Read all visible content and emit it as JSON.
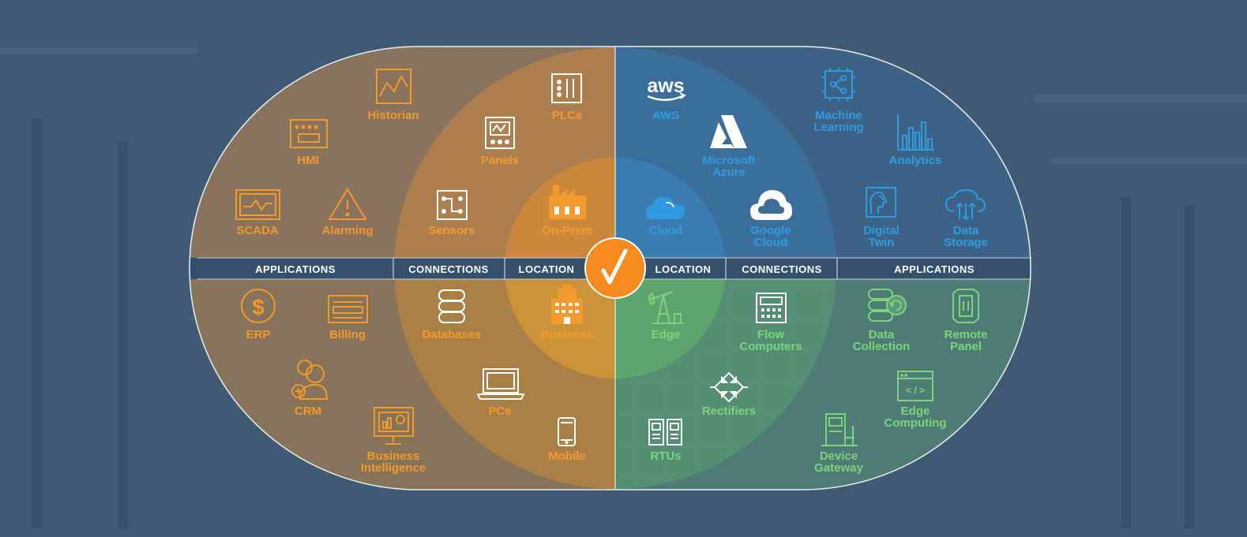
{
  "bands": {
    "left_applications": "APPLICATIONS",
    "left_connections": "CONNECTIONS",
    "left_location": "LOCATION",
    "right_location": "LOCATION",
    "right_connections": "CONNECTIONS",
    "right_applications": "APPLICATIONS"
  },
  "top_left": {
    "historian": "Historian",
    "plcs": "PLCs",
    "hmi": "HMI",
    "panels": "Panels",
    "scada": "SCADA",
    "alarming": "Alarming",
    "sensors": "Sensors",
    "on_prem": "On-Prem"
  },
  "top_right": {
    "aws_logo": "aws",
    "aws": "AWS",
    "machine_learning": [
      "Machine",
      "Learning"
    ],
    "microsoft_azure": [
      "Microsoft",
      "Azure"
    ],
    "analytics": "Analytics",
    "cloud": "Cloud",
    "google_cloud": [
      "Google",
      "Cloud"
    ],
    "digital_twin": [
      "Digital",
      "Twin"
    ],
    "data_storage": [
      "Data",
      "Storage"
    ]
  },
  "bottom_left": {
    "erp": "ERP",
    "billing": "Billing",
    "databases": "Databases",
    "business": "Business",
    "crm": "CRM",
    "pcs": "PCs",
    "business_intelligence": [
      "Business",
      "Intelligence"
    ],
    "mobile": "Mobile"
  },
  "bottom_right": {
    "edge": "Edge",
    "flow_computers": [
      "Flow",
      "Computers"
    ],
    "data_collection": [
      "Data",
      "Collection"
    ],
    "remote_panel": [
      "Remote",
      "Panel"
    ],
    "rectifiers": "Rectifiers",
    "edge_computing": [
      "Edge",
      "Computing"
    ],
    "rtus": "RTUs",
    "device_gateway": [
      "Device",
      "Gateway"
    ]
  },
  "colors": {
    "background": "#3f5a72",
    "orange": "#f39a2e",
    "blue": "#2f9ae0",
    "green": "#7ed37f",
    "center_badge": "#f58a1f"
  },
  "icons": [
    "chart-icon",
    "plc-icon",
    "hmi-icon",
    "panel-icon",
    "scada-icon",
    "warning-icon",
    "sensor-icon",
    "factory-icon",
    "aws-icon",
    "ml-icon",
    "azure-icon",
    "analytics-icon",
    "cloud-icon",
    "google-cloud-icon",
    "digital-twin-icon",
    "data-storage-icon",
    "dollar-icon",
    "billing-icon",
    "database-icon",
    "building-icon",
    "crm-icon",
    "laptop-icon",
    "bi-icon",
    "mobile-icon",
    "oil-rig-icon",
    "calculator-icon",
    "data-collection-icon",
    "remote-panel-icon",
    "rectifier-icon",
    "code-window-icon",
    "rtu-icon",
    "gateway-icon",
    "checkmark-icon"
  ]
}
